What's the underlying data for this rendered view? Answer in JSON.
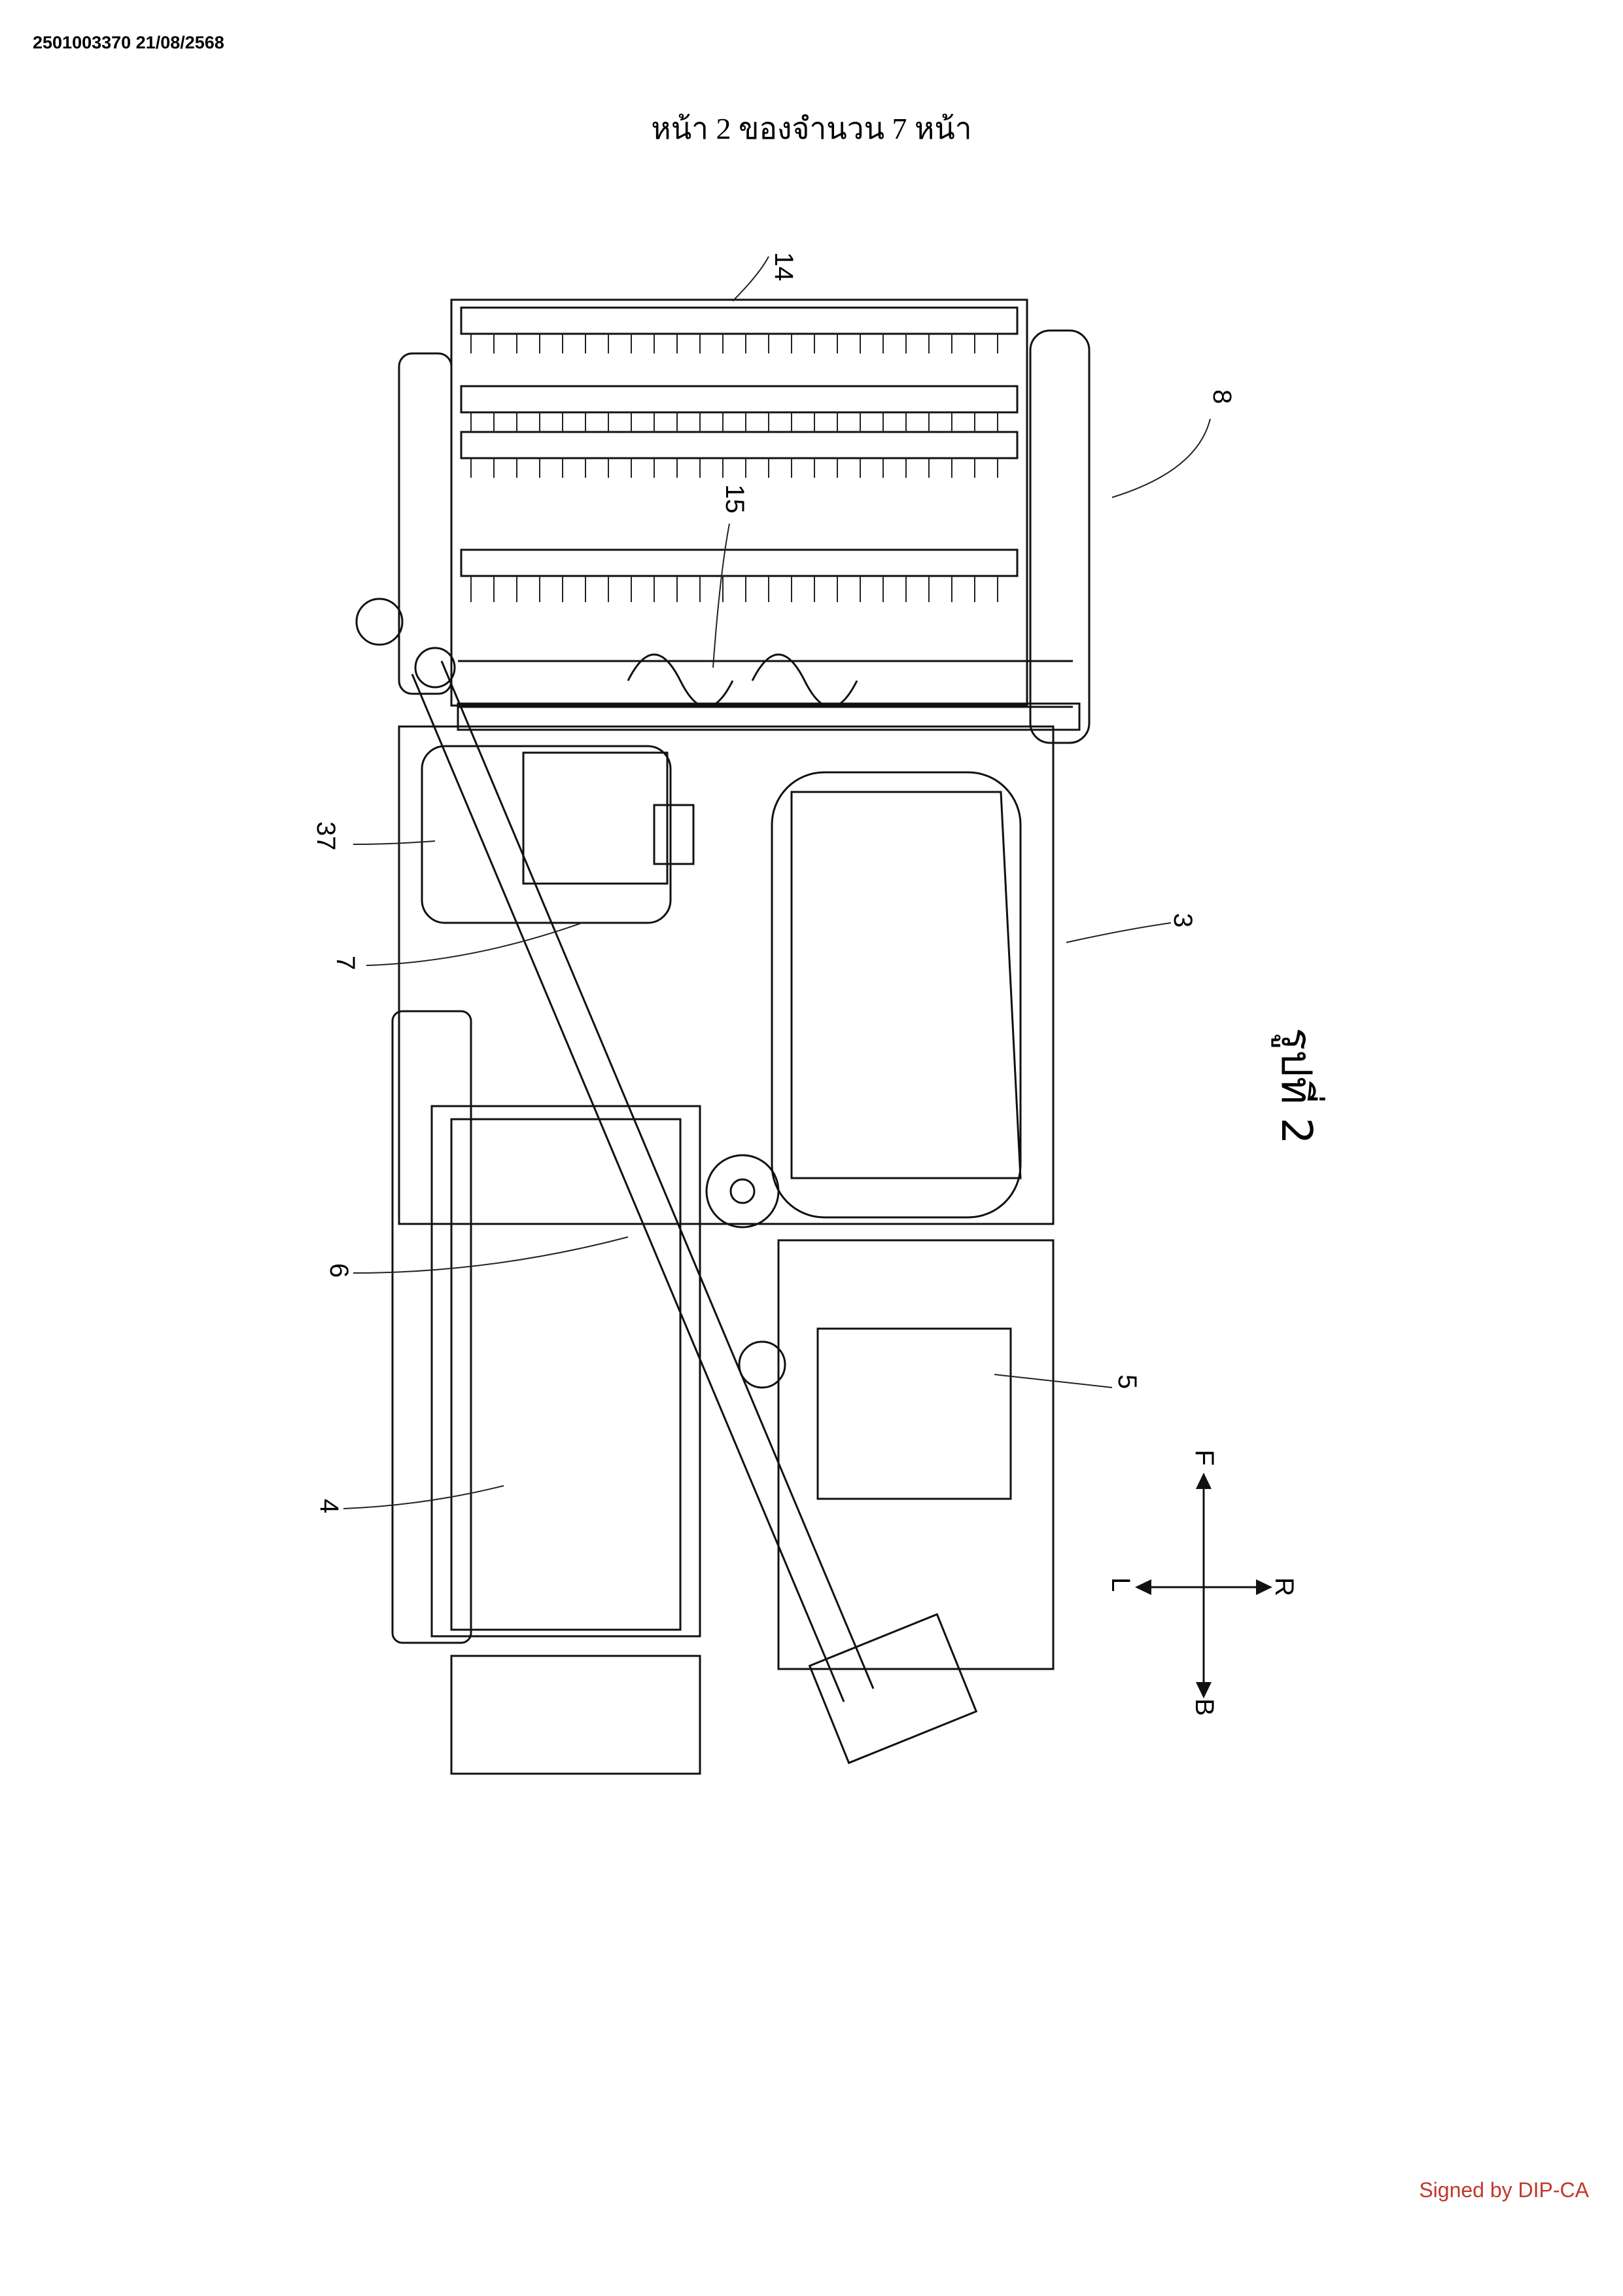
{
  "header": {
    "stamp": "2501003370 21/08/2568",
    "page_indicator": "หน้า 2 ของจำนวน 7 หน้า"
  },
  "figure": {
    "caption": "รูปที่ 2",
    "reference_numerals": [
      "14",
      "15",
      "8",
      "37",
      "7",
      "3",
      "6",
      "5",
      "4"
    ],
    "direction_arrows": {
      "front": "F",
      "back": "B",
      "left": "L",
      "right": "R"
    }
  },
  "footer": {
    "signature": "Signed by DIP-CA"
  }
}
